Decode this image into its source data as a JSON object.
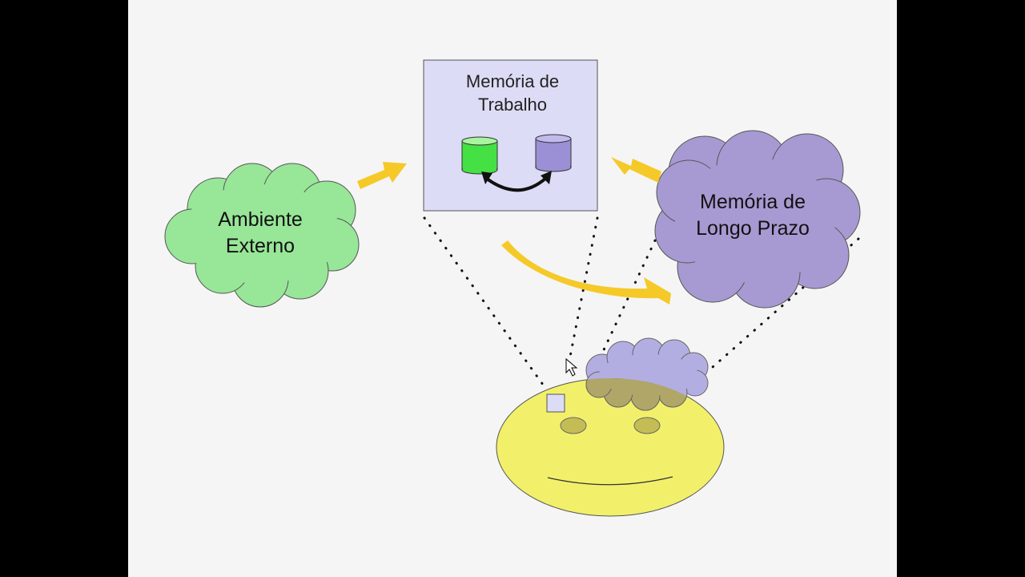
{
  "slide": {
    "working_memory": {
      "label": "Memória de\nTrabalho"
    },
    "external_environment": {
      "label": "Ambiente\nExterno"
    },
    "long_term_memory": {
      "label": "Memória de\nLongo Prazo"
    }
  },
  "colors": {
    "slide_bg": "#f5f5f5",
    "working_memory_box": "#dcdcf6",
    "external_cloud": "#98e698",
    "long_term_cloud": "#a79ad2",
    "green_cylinder": "#44e044",
    "purple_cylinder": "#9b8fd6",
    "arrow": "#f5c928",
    "face": "#f2f06a",
    "face_features": "#c4bd55",
    "hair_cloud": "#b3aee2",
    "hair_overlap": "#b0a667"
  }
}
